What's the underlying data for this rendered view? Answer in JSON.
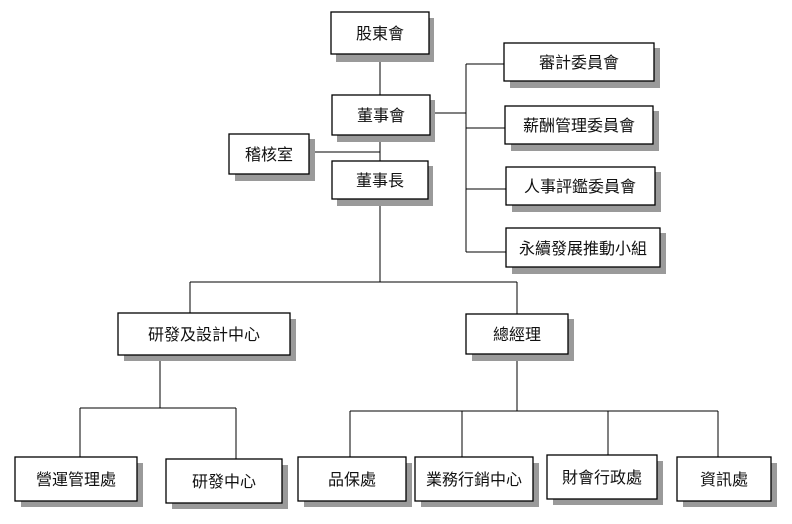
{
  "org_chart": {
    "shareholders_meeting": "股東會",
    "board_of_directors": "董事會",
    "audit_office": "稽核室",
    "chairman": "董事長",
    "committees": [
      "審計委員會",
      "薪酬管理委員會",
      "人事評鑑委員會",
      "永續發展推動小組"
    ],
    "rd_design_center": "研發及設計中心",
    "general_manager": "總經理",
    "rd_children": [
      "營運管理處",
      "研發中心"
    ],
    "gm_children": [
      "品保處",
      "業務行銷中心",
      "財會行政處",
      "資訊處"
    ]
  }
}
